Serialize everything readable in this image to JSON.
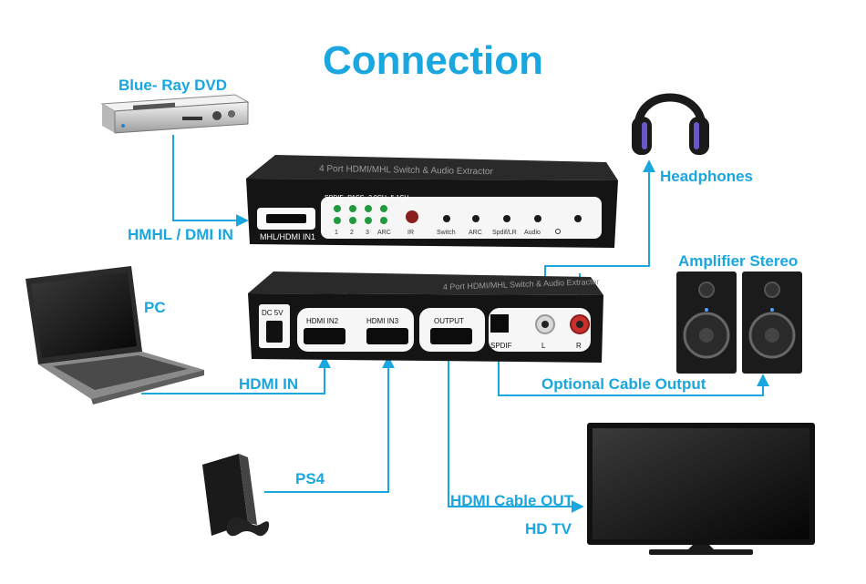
{
  "title": "Connection",
  "labels": {
    "bluray": "Blue- Ray DVD",
    "headphones": "Headphones",
    "mhl_in": "HMHL / DMI IN",
    "amplifier": "Amplifier Stereo",
    "pc": "PC",
    "hdmi_in": "HDMI IN",
    "optional": "Optional Cable Output",
    "ps4": "PS4",
    "hdmi_out": "HDMI Cable OUT",
    "hdtv": "HD TV"
  },
  "front_panel": {
    "port": "MHL/HDMI IN1",
    "led_header": "SPDIF--PASS--2.0CH--5.1CH",
    "led_row": [
      "1",
      "2",
      "3",
      "ARC"
    ],
    "ir": "IR",
    "buttons": [
      "Switch",
      "ARC",
      "Spdif/LR",
      "Audio"
    ]
  },
  "rear_panel": {
    "dc": "DC 5V",
    "hdmi2": "HDMI IN2",
    "hdmi3": "HDMI IN3",
    "output": "OUTPUT",
    "spdif": "SPDIF",
    "l": "L",
    "r": "R"
  },
  "colors": {
    "accent": "#1aa6de",
    "device": "#141414"
  }
}
